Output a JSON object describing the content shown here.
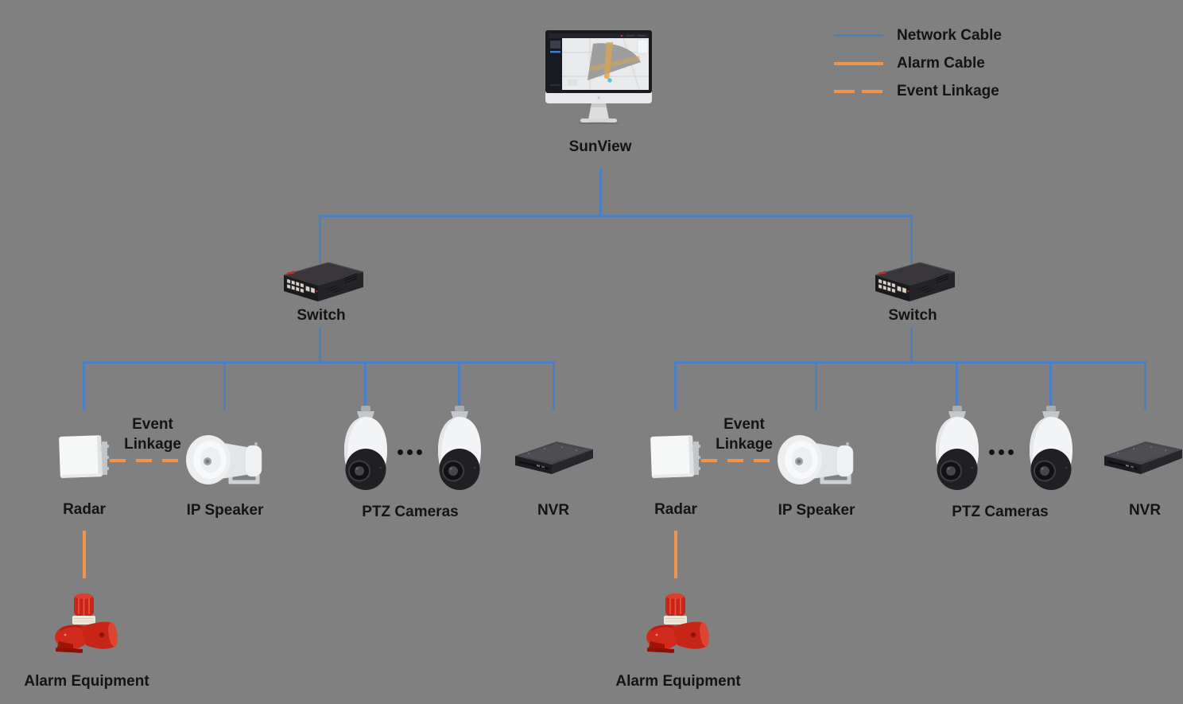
{
  "server": {
    "label": "SunView"
  },
  "legend": {
    "items": [
      {
        "label": "Network Cable",
        "style": "solid",
        "color": "#4A80C2"
      },
      {
        "label": "Alarm Cable",
        "style": "solid",
        "color": "#F1944B"
      },
      {
        "label": "Event Linkage",
        "style": "dashed",
        "color": "#F1944B"
      }
    ]
  },
  "groups": [
    {
      "switch_label": "Switch",
      "radar_label": "Radar",
      "speaker_label": "IP Speaker",
      "cameras_label": "PTZ Cameras",
      "nvr_label": "NVR",
      "event_linkage_label_line1": "Event",
      "event_linkage_label_line2": "Linkage",
      "alarm_label": "Alarm Equipment"
    },
    {
      "switch_label": "Switch",
      "radar_label": "Radar",
      "speaker_label": "IP Speaker",
      "cameras_label": "PTZ Cameras",
      "nvr_label": "NVR",
      "event_linkage_label_line1": "Event",
      "event_linkage_label_line2": "Linkage",
      "alarm_label": "Alarm Equipment"
    }
  ],
  "colors": {
    "background": "#808080",
    "network_cable": "#4A80C2",
    "alarm_cable": "#F1944B",
    "label_text": "#141414"
  }
}
